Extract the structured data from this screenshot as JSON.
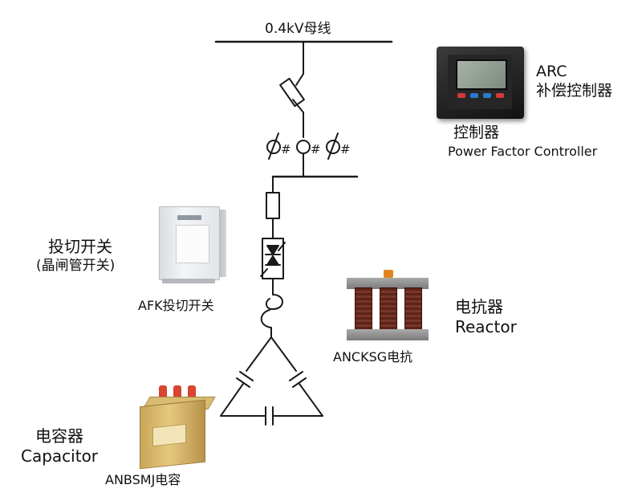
{
  "busbar": {
    "label": "0.4kV母线"
  },
  "controller": {
    "brand": "ARC",
    "brand_sub": "补偿控制器",
    "name_cn": "控制器",
    "name_en": "Power Factor Controller"
  },
  "switch": {
    "name_cn": "投切开关",
    "name_sub": "(晶闸管开关)",
    "model": "AFK投切开关"
  },
  "reactor": {
    "name_cn": "电抗器",
    "name_en": "Reactor",
    "model": "ANCKSG电抗"
  },
  "capacitor": {
    "name_cn": "电容器",
    "name_en": "Capacitor",
    "model": "ANBSMJ电容"
  },
  "colors": {
    "line": "#1a1a1a",
    "reactor_coil": "#6b2c20",
    "capacitor_body": "#d8b96a",
    "capacitor_terminal": "#d9452f",
    "controller_key_blue": "#2d79d2"
  }
}
